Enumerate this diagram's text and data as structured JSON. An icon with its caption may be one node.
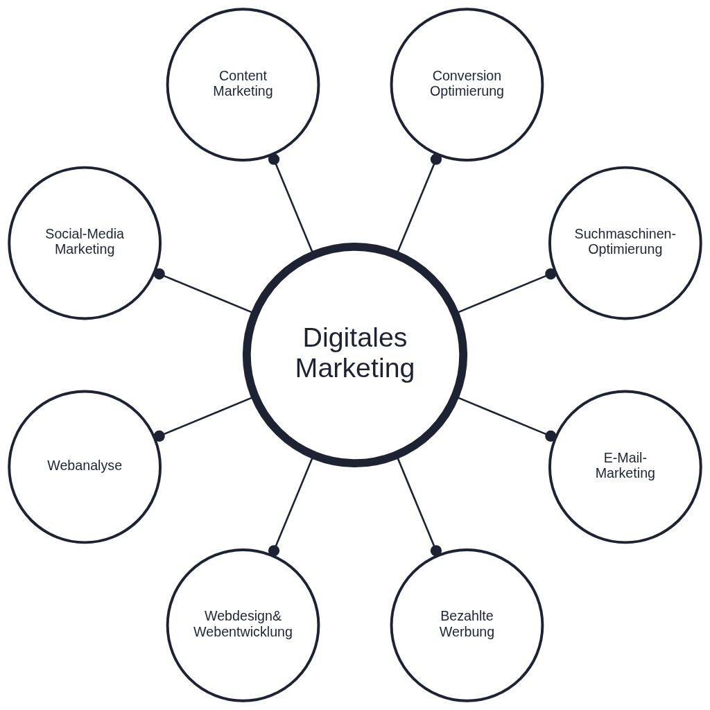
{
  "diagram": {
    "nodes": [
      {
        "text": [
          "Digitales Marketing"
        ]
      },
      {
        "text": [
          "Suchmaschinen- Optimierung"
        ]
      },
      {
        "text": [
          "Conversion Optimierung"
        ]
      },
      {
        "text": [
          "Content Marketing"
        ]
      },
      {
        "text": [
          "Social-Media Marketing"
        ]
      },
      {
        "text": [
          "Webanalyse"
        ]
      },
      {
        "text": [
          "Webdesign& Webentwicklung"
        ]
      },
      {
        "text": [
          "Bezahlte Werbung"
        ]
      },
      {
        "text": [
          "E-Mail- Marketing"
        ]
      }
    ],
    "edges": [
      {
        "from": 0,
        "to": 1,
        "arrow": "other"
      },
      {
        "from": 0,
        "to": 2,
        "arrow": "other"
      },
      {
        "from": 0,
        "to": 3,
        "arrow": "other"
      },
      {
        "from": 0,
        "to": 4,
        "arrow": "other"
      },
      {
        "from": 0,
        "to": 5,
        "arrow": "other"
      },
      {
        "from": 0,
        "to": 6,
        "arrow": "other"
      },
      {
        "from": 0,
        "to": 7,
        "arrow": "other"
      },
      {
        "from": 0,
        "to": 8,
        "arrow": "other"
      }
    ]
  }
}
